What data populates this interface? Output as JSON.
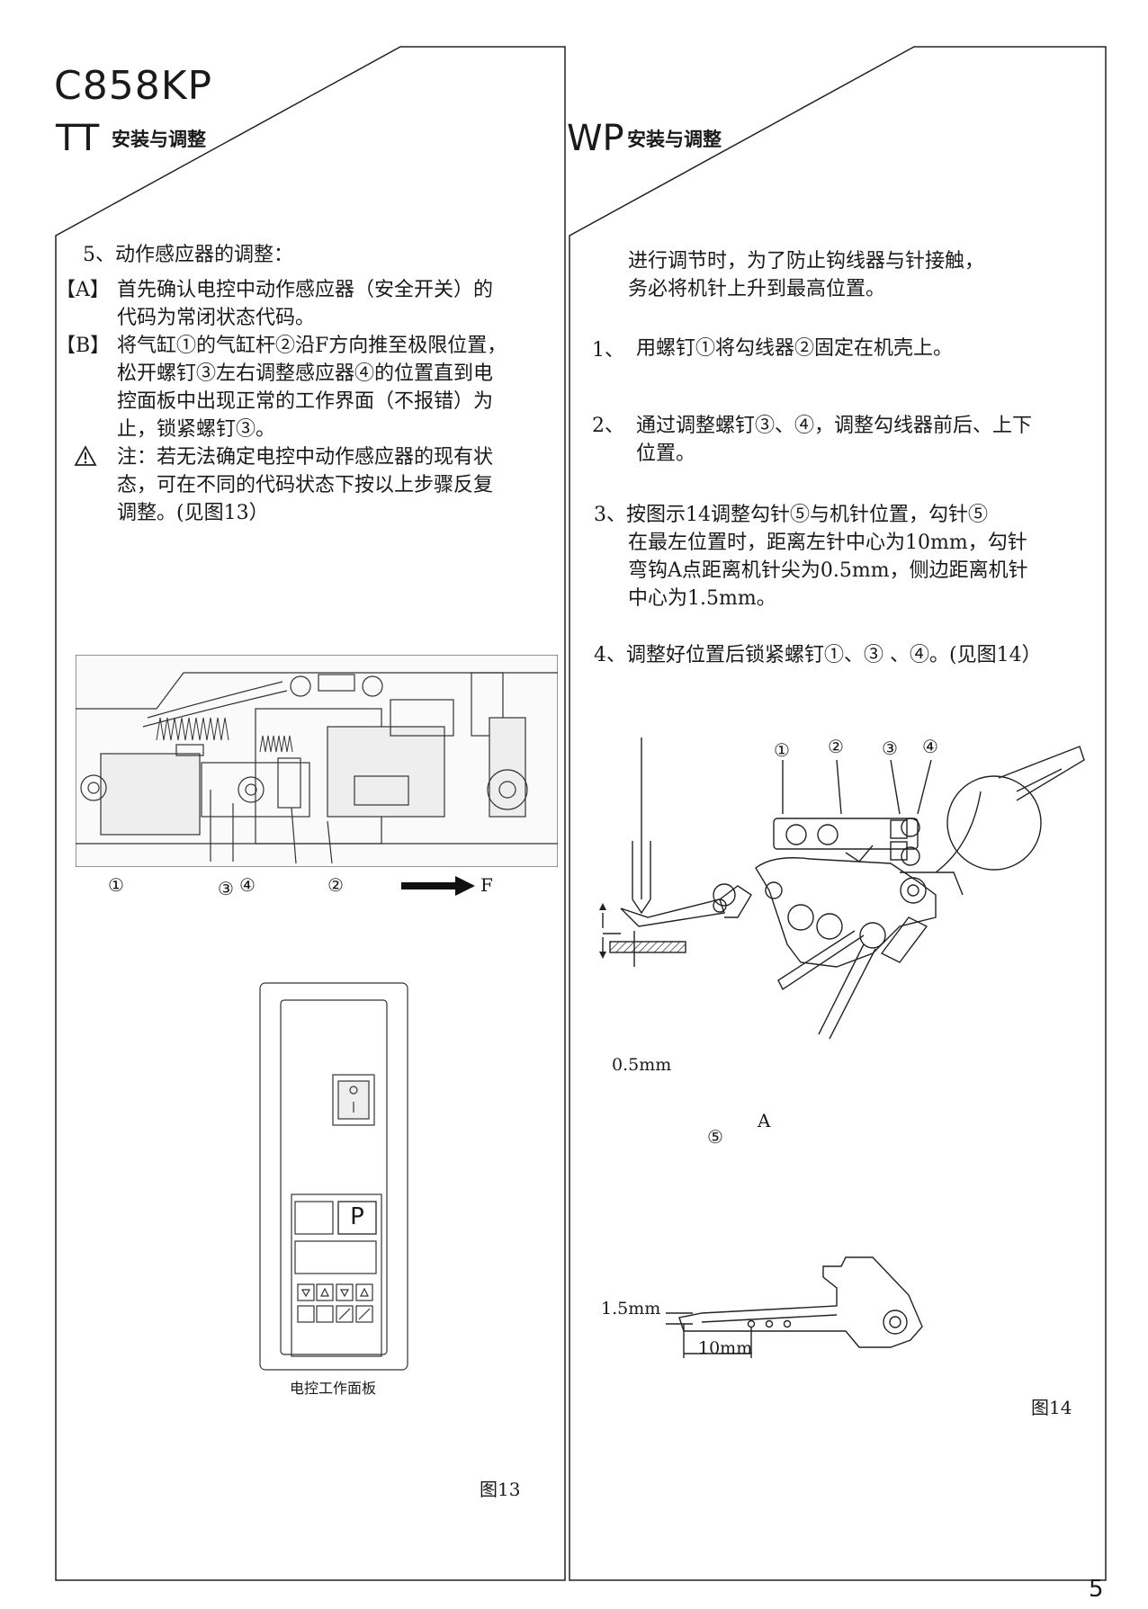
{
  "header": {
    "model": "C858KP",
    "left_code": "TT",
    "left_label": "安装与调整",
    "right_code": "WP",
    "right_label": "安装与调整"
  },
  "left": {
    "heading": "5、动作感应器的调整：",
    "a_mark": "【A】",
    "a_lines": [
      "首先确认电控中动作感应器（安全开关）的",
      "代码为常闭状态代码。"
    ],
    "b_mark": "【B】",
    "b_lines": [
      "将气缸①的气缸杆②沿F方向推至极限位置，",
      "松开螺钉③左右调整感应器④的位置直到电",
      "控面板中出现正常的工作界面（不报错）为",
      "止，锁紧螺钉③。"
    ],
    "note_lines": [
      "注：若无法确定电控中动作感应器的现有状",
      "态，可在不同的代码状态下按以上步骤反复",
      "调整。(见图13）"
    ],
    "photo_callouts": [
      "①",
      "③",
      "④",
      "②"
    ],
    "photo_arrow_label": "F",
    "panel_caption": "电控工作面板",
    "panel_key_p": "P",
    "fig_label": "图13"
  },
  "right": {
    "intro_lines": [
      "进行调节时，为了防止钩线器与针接触，",
      "务必将机针上升到最高位置。"
    ],
    "step1_no": "1、",
    "step1_lines": [
      "用螺钉①将勾线器②固定在机壳上。"
    ],
    "step2_no": "2、",
    "step2_lines": [
      "通过调整螺钉③、④，调整勾线器前后、上下",
      "位置。"
    ],
    "step3_lines": [
      "3、按图示14调整勾针⑤与机针位置，勾针⑤",
      "在最左位置时，距离左针中心为10mm，勾针",
      "弯钩A点距离机针尖为0.5mm，侧边距离机针",
      "中心为1.5mm。"
    ],
    "step4_lines": [
      "4、调整好位置后锁紧螺钉①、③ 、④。(见图14）"
    ],
    "drawing_callouts": [
      "①",
      "②",
      "③",
      "④",
      "⑤"
    ],
    "point_a": "A",
    "dim_05": "0.5mm",
    "dim_15": "1.5mm",
    "dim_10": "10mm",
    "fig_label": "图14"
  },
  "page_number": "5"
}
